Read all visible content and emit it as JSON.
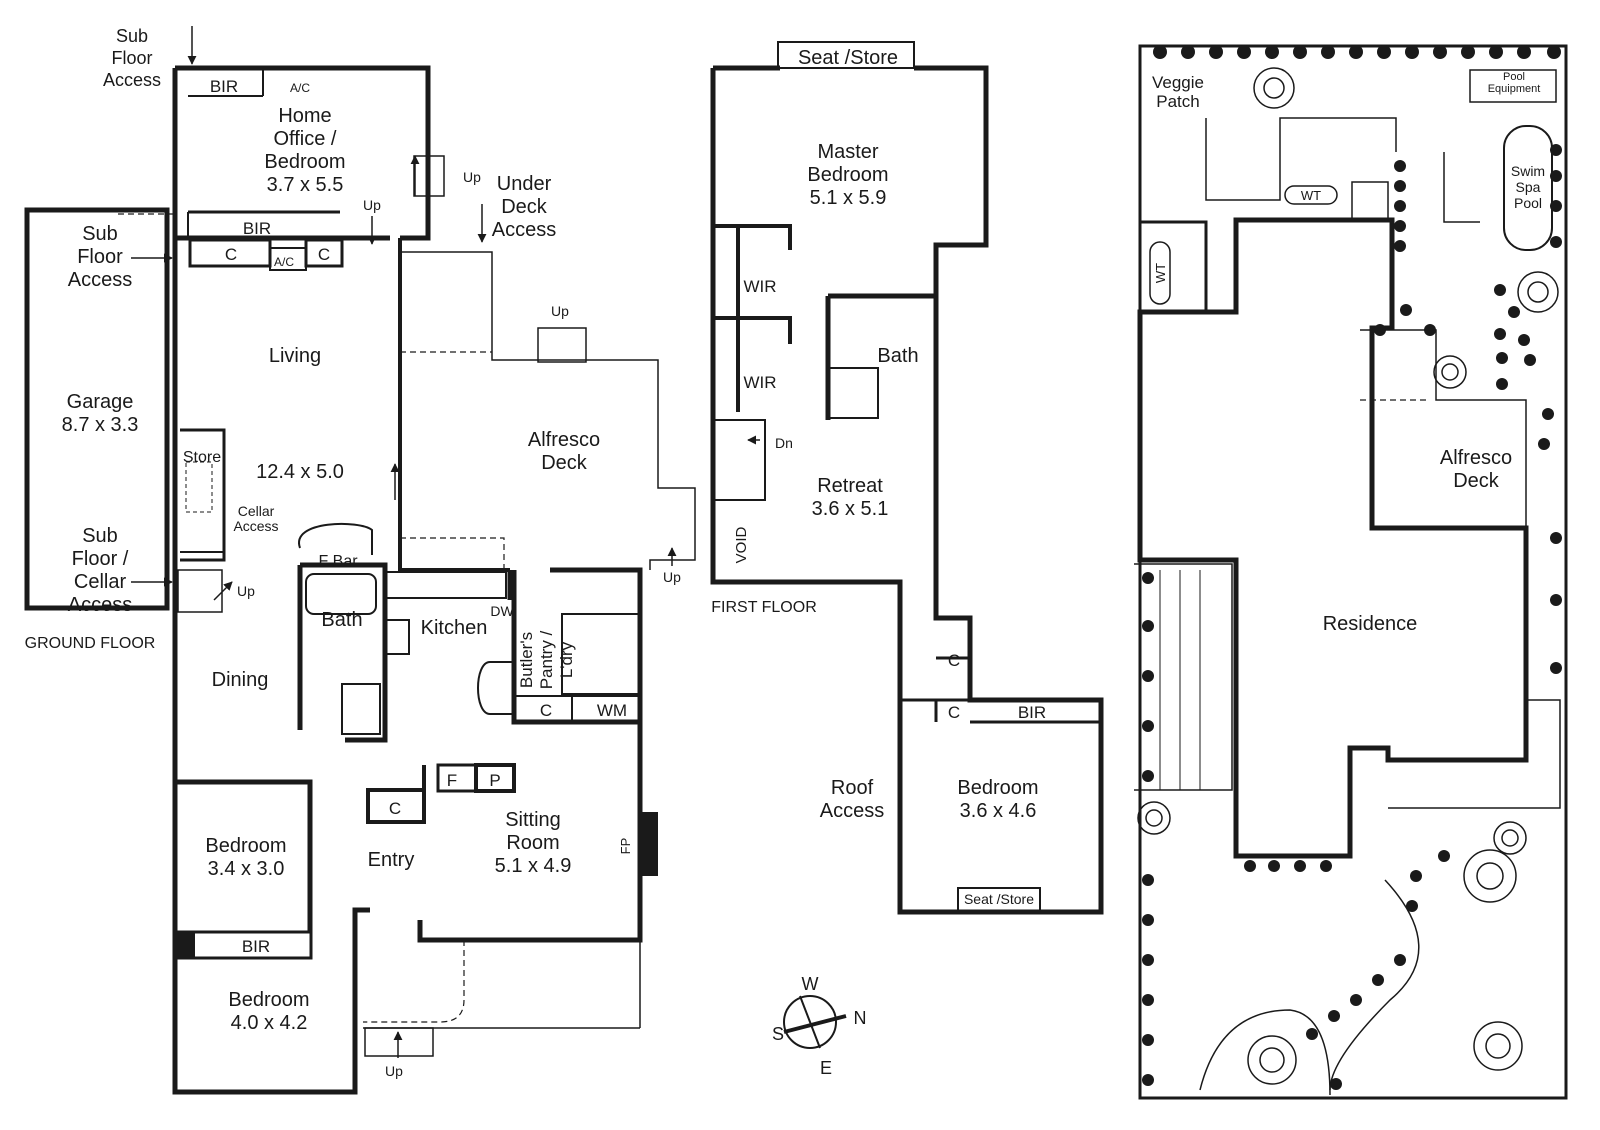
{
  "ground_floor": {
    "caption": "GROUND FLOOR",
    "rooms": {
      "home_office": [
        "Home",
        "Office /",
        "Bedroom",
        "3.7 x 5.5"
      ],
      "garage": [
        "Garage",
        "8.7 x 3.3"
      ],
      "living": [
        "Living"
      ],
      "living_dims": [
        "12.4 x 5.0"
      ],
      "alfresco": [
        "Alfresco",
        "Deck"
      ],
      "bath": [
        "Bath"
      ],
      "kitchen": [
        "Kitchen"
      ],
      "pantry": [
        "Butler's",
        "Pantry /",
        "L'dry"
      ],
      "dining": [
        "Dining"
      ],
      "bedroom_1": [
        "Bedroom",
        "3.4 x 3.0"
      ],
      "entry": [
        "Entry"
      ],
      "sitting": [
        "Sitting",
        "Room",
        "5.1 x 4.9"
      ],
      "bedroom_2": [
        "Bedroom",
        "4.0 x 4.2"
      ]
    },
    "notes": {
      "sub_floor_top": [
        "Sub",
        "Floor",
        "Access"
      ],
      "sub_floor_garage": [
        "Sub",
        "Floor",
        "Access"
      ],
      "sub_floor_cellar": [
        "Sub",
        "Floor /",
        "Cellar",
        "Access"
      ],
      "under_deck": [
        "Under",
        "Deck",
        "Access"
      ],
      "store": "Store",
      "cellar_access": [
        "Cellar",
        "Access"
      ],
      "f_bar": "F  Bar",
      "bir_a": "BIR",
      "bir_b": "BIR",
      "bir_c": "BIR",
      "ac_a": "A/C",
      "ac_b": "A/C",
      "c_a": "C",
      "c_b": "C",
      "c_c": "C",
      "c_d": "C",
      "wm": "WM",
      "dw": "DW",
      "f": "F",
      "p": "P",
      "fp": "FP",
      "up_a": "Up",
      "up_b": "Up",
      "up_c": "Up",
      "up_d": "Up",
      "up_e": "Up",
      "up_f": "Up"
    }
  },
  "first_floor": {
    "caption": "FIRST FLOOR",
    "rooms": {
      "master": [
        "Master",
        "Bedroom",
        "5.1 x 5.9"
      ],
      "bath": [
        "Bath"
      ],
      "retreat": [
        "Retreat",
        "3.6 x 5.1"
      ],
      "bedroom": [
        "Bedroom",
        "3.6 x 4.6"
      ],
      "roof_access": [
        "Roof",
        "Access"
      ]
    },
    "notes": {
      "seat_store_top": "Seat /Store",
      "seat_store_bottom": "Seat /Store",
      "wir_a": "WIR",
      "wir_b": "WIR",
      "dn": "Dn",
      "void": "VOID",
      "c_a": "C",
      "c_b": "C",
      "bir": "BIR"
    }
  },
  "site_plan": {
    "residence": "Residence",
    "alfresco": [
      "Alfresco",
      "Deck"
    ],
    "veggie": [
      "Veggie",
      "Patch"
    ],
    "pool_equipment": [
      "Pool",
      "Equipment"
    ],
    "swim_spa": [
      "Swim",
      "Spa",
      "Pool"
    ],
    "wt_a": "WT",
    "wt_b": "WT"
  },
  "compass": {
    "w": "W",
    "n": "N",
    "s": "S",
    "e": "E"
  }
}
